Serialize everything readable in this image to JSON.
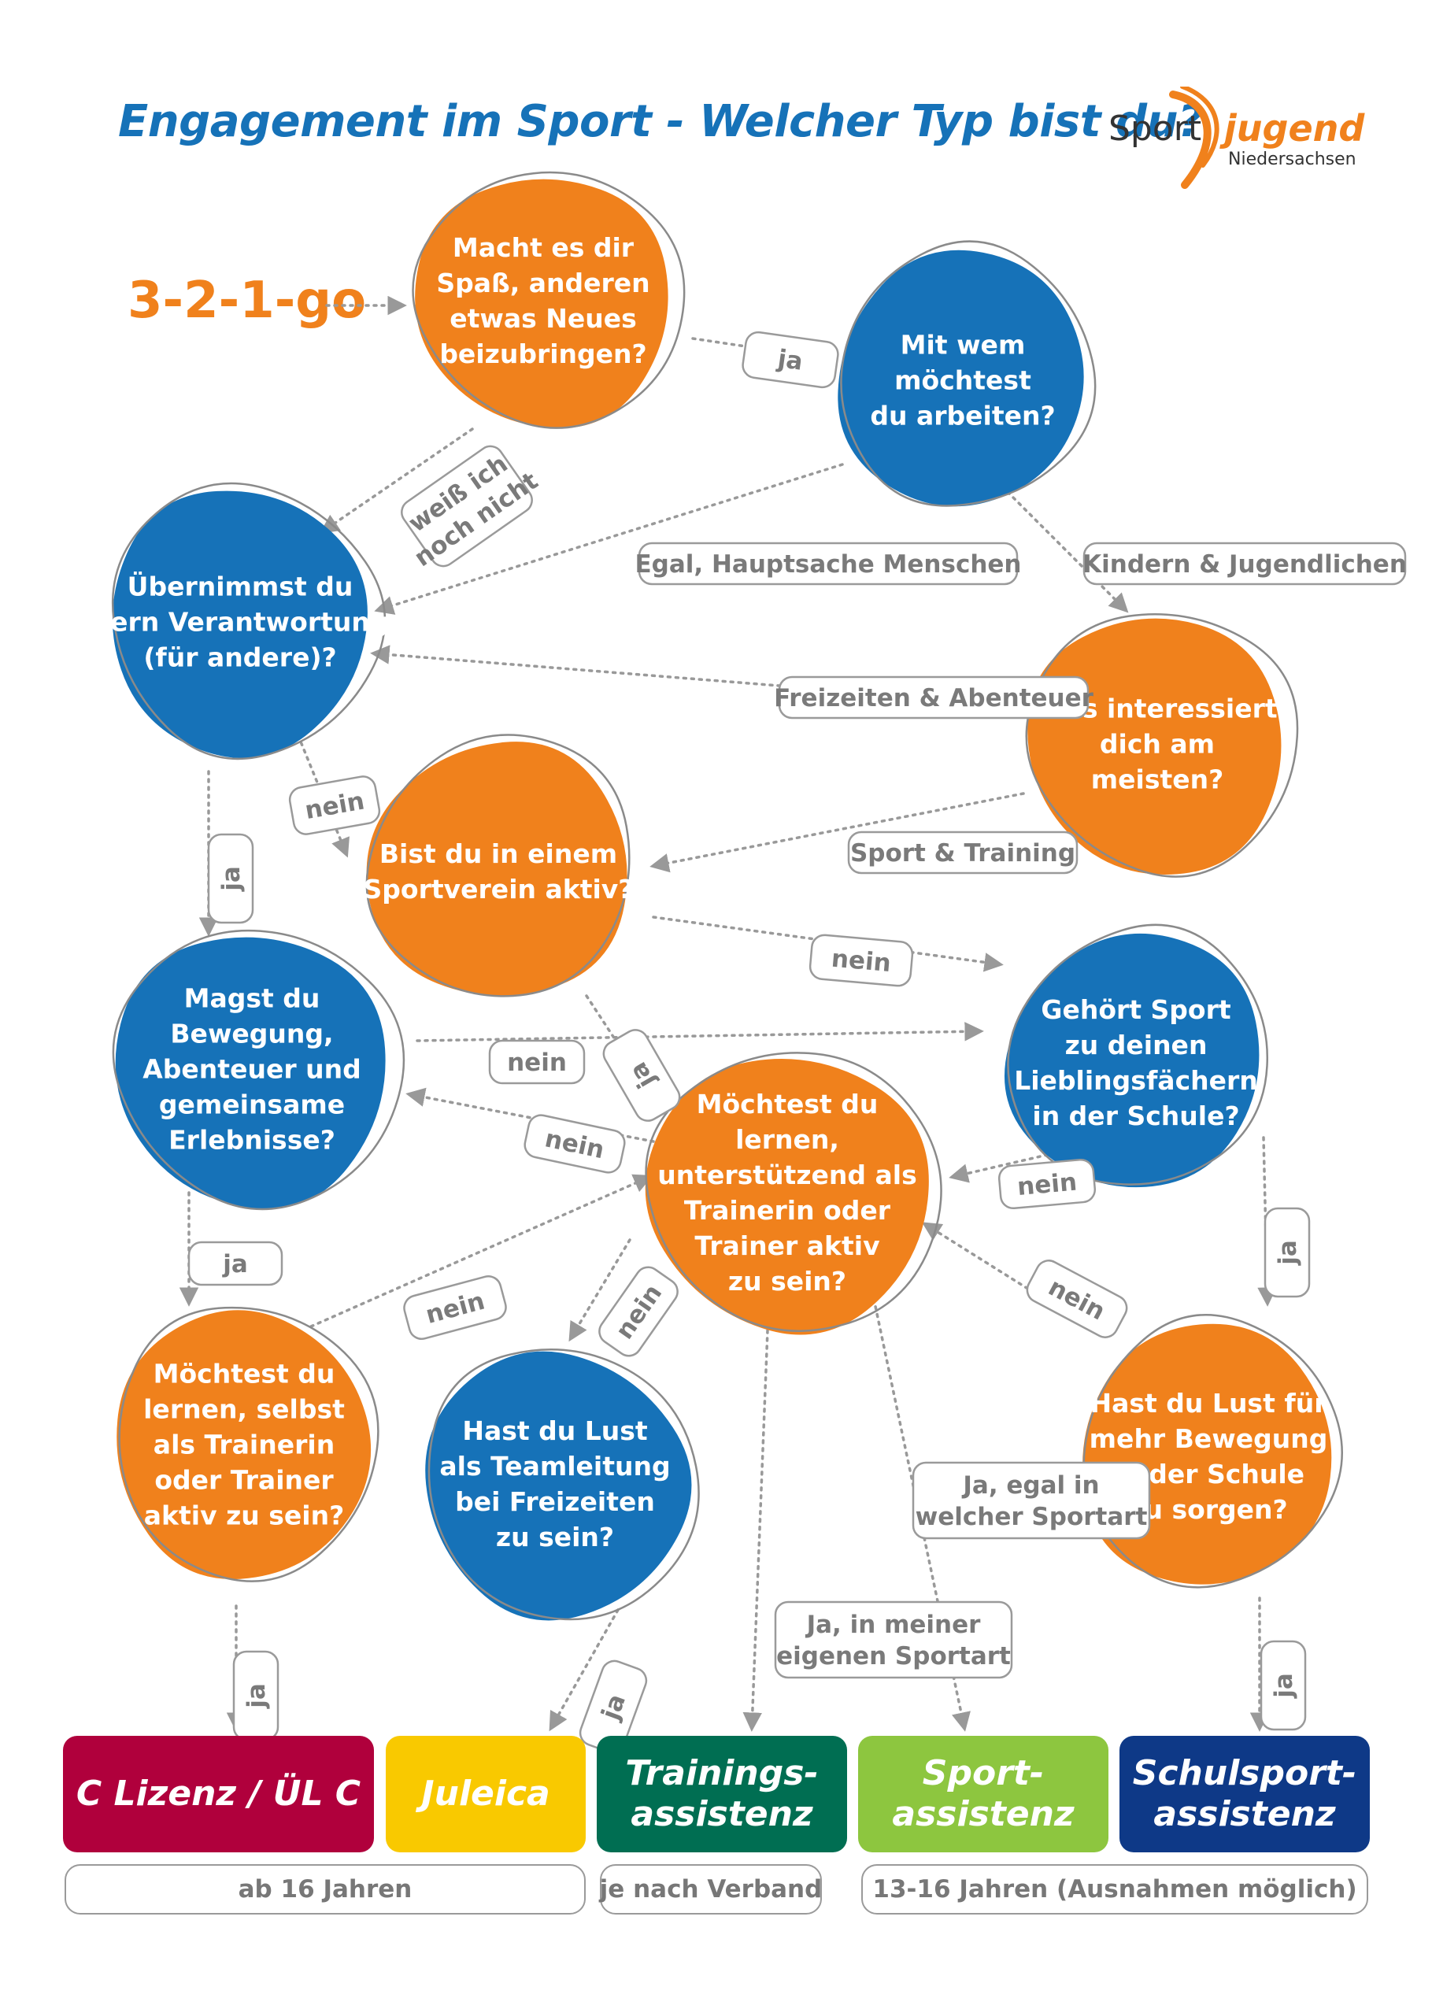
{
  "header": {
    "title": "Engagement im Sport - Welcher Typ bist du?",
    "logo_sport": "Sport",
    "logo_jugend": "jugend",
    "logo_region": "Niedersachsen"
  },
  "start_label": "3-2-1-go",
  "colors": {
    "orange": "#f0811c",
    "blue": "#1672b8",
    "edge": "#999999",
    "label_text": "#7a7a7a"
  },
  "nodes": [
    {
      "id": "q_spass",
      "color": "orange",
      "lines": [
        "Macht es dir",
        "Spaß, anderen",
        "etwas Neues",
        "beizubringen?"
      ]
    },
    {
      "id": "q_mit_wem",
      "color": "blue",
      "lines": [
        "Mit wem",
        "möchtest",
        "du arbeiten?"
      ]
    },
    {
      "id": "q_verantwortung",
      "color": "blue",
      "lines": [
        "Übernimmst du",
        "gern Verantwortung",
        "(für andere)?"
      ]
    },
    {
      "id": "q_interesse",
      "color": "orange",
      "lines": [
        "Was interessiert",
        "dich am",
        "meisten?"
      ]
    },
    {
      "id": "q_sportverein",
      "color": "orange",
      "lines": [
        "Bist du in einem",
        "Sportverein aktiv?"
      ]
    },
    {
      "id": "q_bewegung",
      "color": "blue",
      "lines": [
        "Magst du",
        "Bewegung,",
        "Abenteuer und",
        "gemeinsame",
        "Erlebnisse?"
      ]
    },
    {
      "id": "q_lieblingsfach",
      "color": "blue",
      "lines": [
        "Gehört Sport",
        "zu deinen",
        "Lieblingsfächern",
        "in der Schule?"
      ]
    },
    {
      "id": "q_unterstuetzend",
      "color": "orange",
      "lines": [
        "Möchtest du",
        "lernen,",
        "unterstützend als",
        "Trainerin oder",
        "Trainer aktiv",
        "zu sein?"
      ]
    },
    {
      "id": "q_selbst_trainer",
      "color": "orange",
      "lines": [
        "Möchtest du",
        "lernen, selbst",
        "als Trainerin",
        "oder Trainer",
        "aktiv zu sein?"
      ]
    },
    {
      "id": "q_teamleitung",
      "color": "blue",
      "lines": [
        "Hast du Lust",
        "als Teamleitung",
        "bei Freizeiten",
        "zu sein?"
      ]
    },
    {
      "id": "q_schule_bewegung",
      "color": "orange",
      "lines": [
        "Hast du Lust für",
        "mehr Bewegung",
        "in der Schule",
        "zu sorgen?"
      ]
    }
  ],
  "edge_labels": [
    {
      "id": "l1",
      "lines": [
        "ja"
      ]
    },
    {
      "id": "l2",
      "lines": [
        "weiß ich",
        "noch nicht"
      ]
    },
    {
      "id": "l3",
      "lines": [
        "Egal, Hauptsache Menschen"
      ]
    },
    {
      "id": "l4",
      "lines": [
        "Kindern & Jugendlichen"
      ]
    },
    {
      "id": "l5",
      "lines": [
        "Freizeiten & Abenteuer"
      ]
    },
    {
      "id": "l6",
      "lines": [
        "Sport & Training"
      ]
    },
    {
      "id": "l7",
      "lines": [
        "nein"
      ]
    },
    {
      "id": "l8",
      "lines": [
        "ja"
      ]
    },
    {
      "id": "l9",
      "lines": [
        "nein"
      ]
    },
    {
      "id": "l10",
      "lines": [
        "nein"
      ]
    },
    {
      "id": "l11",
      "lines": [
        "ja"
      ]
    },
    {
      "id": "l12",
      "lines": [
        "nein"
      ]
    },
    {
      "id": "l13",
      "lines": [
        "nein"
      ]
    },
    {
      "id": "l14",
      "lines": [
        "ja"
      ]
    },
    {
      "id": "l15",
      "lines": [
        "ja"
      ]
    },
    {
      "id": "l16",
      "lines": [
        "nein"
      ]
    },
    {
      "id": "l17",
      "lines": [
        "nein"
      ]
    },
    {
      "id": "l18",
      "lines": [
        "nein"
      ]
    },
    {
      "id": "l19",
      "lines": [
        "Ja, egal in",
        "welcher Sportart"
      ]
    },
    {
      "id": "l20",
      "lines": [
        "Ja, in meiner",
        "eigenen Sportart"
      ]
    },
    {
      "id": "l21",
      "lines": [
        "ja"
      ]
    },
    {
      "id": "l22",
      "lines": [
        "ja"
      ]
    },
    {
      "id": "l23",
      "lines": [
        "ja"
      ]
    }
  ],
  "results": [
    {
      "id": "c_lizenz",
      "lines": [
        "C Lizenz / ÜL C"
      ],
      "color": "#b0003c"
    },
    {
      "id": "juleica",
      "lines": [
        "Juleica"
      ],
      "color": "#f9c900"
    },
    {
      "id": "trainingsassistenz",
      "lines": [
        "Trainings-",
        "assistenz"
      ],
      "color": "#006e52"
    },
    {
      "id": "sportassistenz",
      "lines": [
        "Sport-",
        "assistenz"
      ],
      "color": "#8dc63f"
    },
    {
      "id": "schulsportassistenz",
      "lines": [
        "Schulsport-",
        "assistenz"
      ],
      "color": "#0e3987"
    }
  ],
  "age_notes": [
    {
      "id": "age_16",
      "text": "ab 16 Jahren"
    },
    {
      "id": "age_verband",
      "text": "je nach Verband"
    },
    {
      "id": "age_13_16",
      "text": "13-16 Jahren (Ausnahmen möglich)"
    }
  ]
}
